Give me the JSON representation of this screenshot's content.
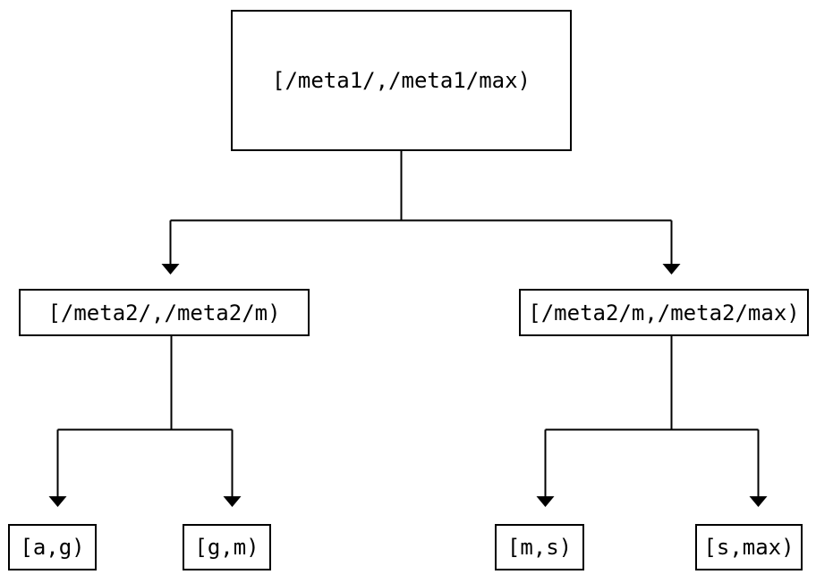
{
  "diagram": {
    "type": "tree",
    "title": "",
    "background_color": "#ffffff",
    "line_color": "#000000",
    "text_color": "#000000",
    "nodes": {
      "root": {
        "label": "[/meta1/,/meta1/max)"
      },
      "meta2_low": {
        "label": "[/meta2/,/meta2/m)"
      },
      "meta2_high": {
        "label": "[/meta2/m,/meta2/max)"
      },
      "leaf_ag": {
        "label": "[a,g)"
      },
      "leaf_gm": {
        "label": "[g,m)"
      },
      "leaf_ms": {
        "label": "[m,s)"
      },
      "leaf_smax": {
        "label": "[s,max)"
      }
    },
    "edges": [
      {
        "from": "root",
        "to": "meta2_low"
      },
      {
        "from": "root",
        "to": "meta2_high"
      },
      {
        "from": "meta2_low",
        "to": "leaf_ag"
      },
      {
        "from": "meta2_low",
        "to": "leaf_gm"
      },
      {
        "from": "meta2_high",
        "to": "leaf_ms"
      },
      {
        "from": "meta2_high",
        "to": "leaf_smax"
      }
    ]
  }
}
